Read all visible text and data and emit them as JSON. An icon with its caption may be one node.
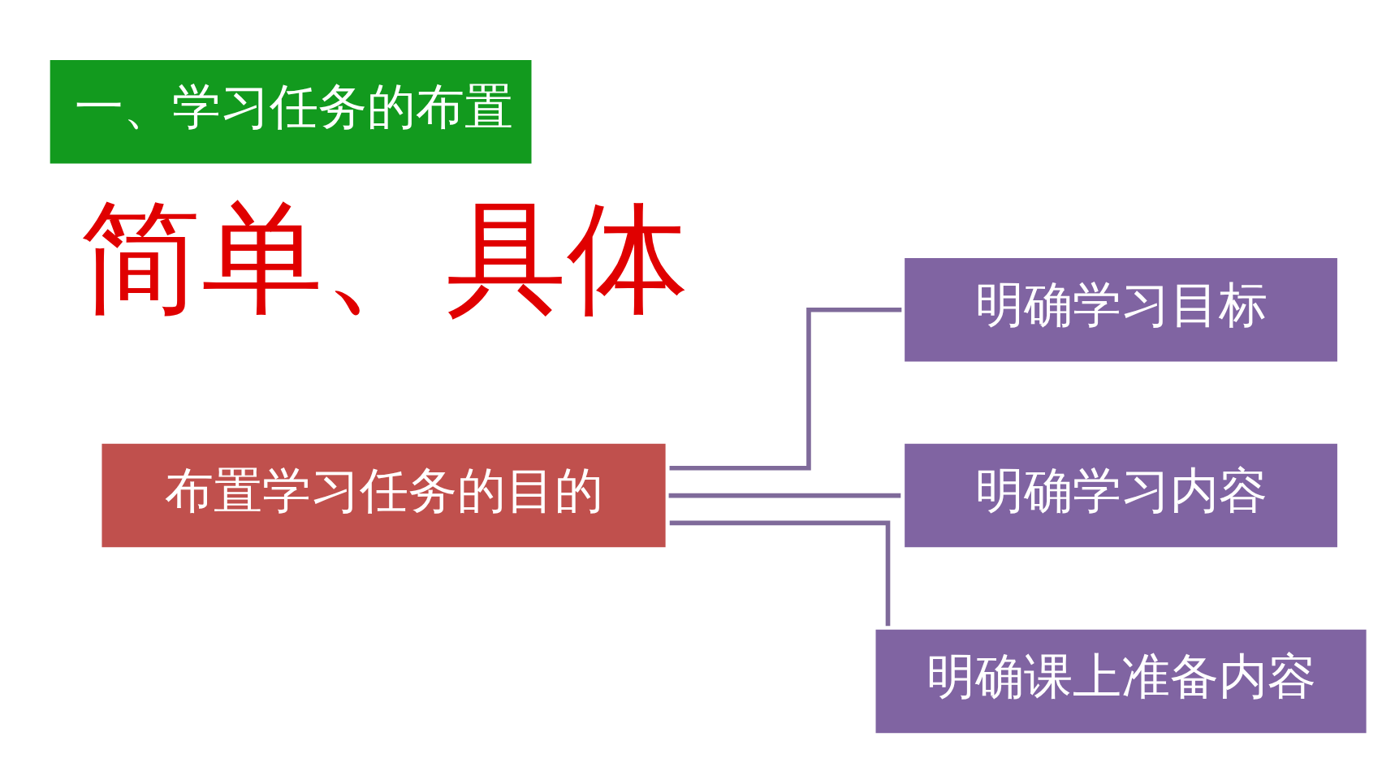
{
  "diagram": {
    "title": "一、学习任务的布置",
    "nodes": [
      {
        "text": [
          "布置学习任务的目的"
        ]
      },
      {
        "text": [
          "明确学习目标"
        ]
      },
      {
        "text": [
          "明确学习内容"
        ]
      },
      {
        "text": [
          "明确课上准备内容"
        ]
      }
    ],
    "edges": [
      {
        "from": 0,
        "to": 1,
        "arrow": "none"
      },
      {
        "from": 0,
        "to": 2,
        "arrow": "none"
      },
      {
        "from": 0,
        "to": 3,
        "arrow": "none"
      }
    ],
    "labels": [
      "简单、具体"
    ]
  }
}
